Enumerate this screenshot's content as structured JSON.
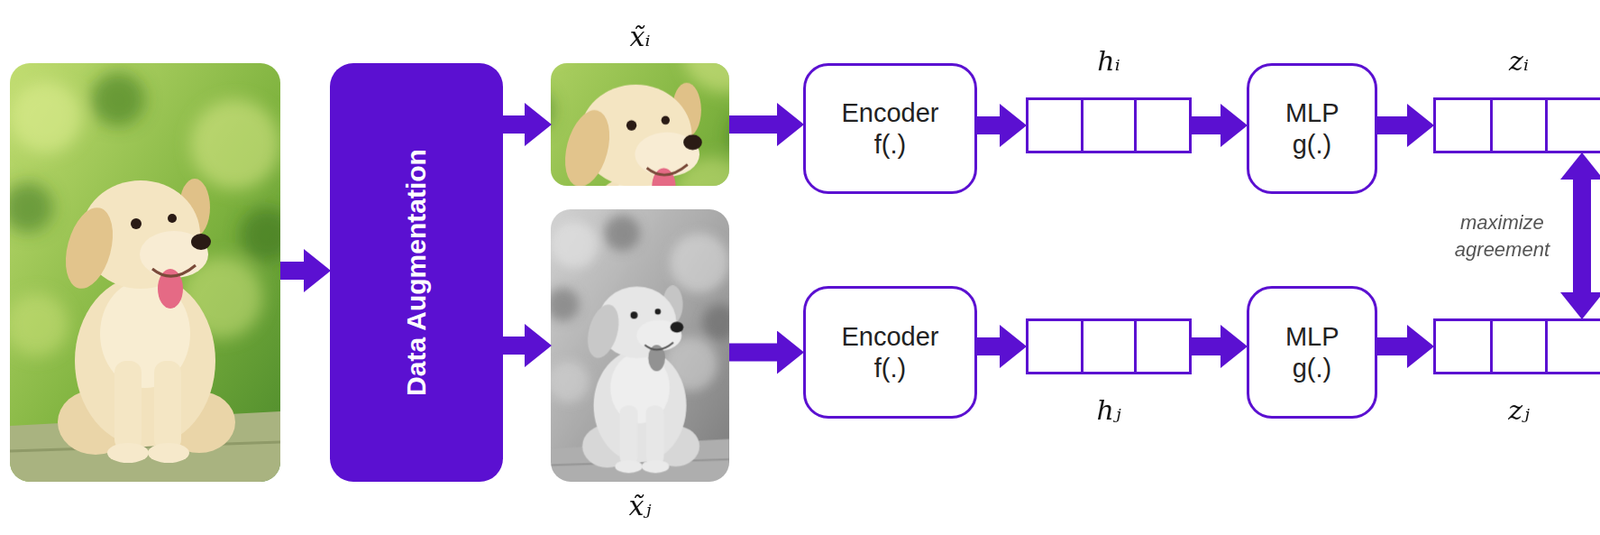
{
  "diagram": {
    "nodes": [
      {
        "text": [
          "Data Augmentation"
        ]
      },
      {
        "text": [
          "x̃ᵢ"
        ]
      },
      {
        "text": [
          "Encoder f(.)"
        ]
      },
      {
        "text": [
          "hᵢ"
        ]
      },
      {
        "text": [
          "MLP g(.)"
        ]
      },
      {
        "text": [
          "zᵢ"
        ]
      },
      {
        "text": [
          "x̃ⱼ"
        ]
      },
      {
        "text": [
          "Encoder f(.)"
        ]
      },
      {
        "text": [
          "hⱼ"
        ]
      },
      {
        "text": [
          "MLP g(.)"
        ]
      },
      {
        "text": [
          "zⱼ"
        ]
      }
    ],
    "edges": [
      {
        "from": 0,
        "to": 1,
        "arrow": "to"
      },
      {
        "from": 0,
        "to": 6,
        "arrow": "to"
      },
      {
        "from": 1,
        "to": 2,
        "arrow": "to"
      },
      {
        "from": 2,
        "to": 3,
        "arrow": "to"
      },
      {
        "from": 3,
        "to": 4,
        "arrow": "to"
      },
      {
        "from": 4,
        "to": 5,
        "arrow": "to"
      },
      {
        "from": 6,
        "to": 7,
        "arrow": "to"
      },
      {
        "from": 7,
        "to": 8,
        "arrow": "to"
      },
      {
        "from": 8,
        "to": 9,
        "arrow": "to"
      },
      {
        "from": 9,
        "to": 10,
        "arrow": "to"
      },
      {
        "from": 5,
        "to": 10,
        "label": "maximize agreement",
        "arrow": "both"
      }
    ]
  }
}
